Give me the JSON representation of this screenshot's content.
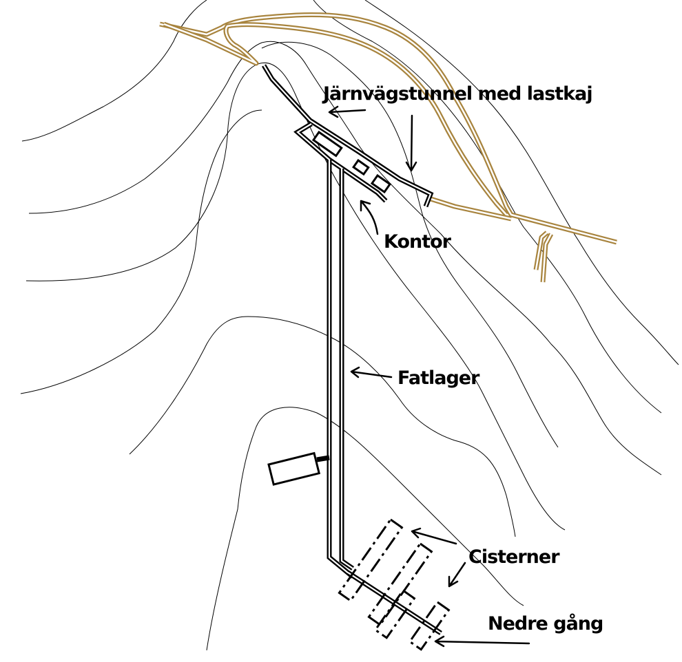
{
  "labels": {
    "railway_tunnel": "Järnvägstunnel med lastkaj",
    "office": "Kontor",
    "barrel_store": "Fatlager",
    "cisterns": "Cisterner",
    "lower_passage": "Nedre gång"
  },
  "colors": {
    "railway": "#a8843e",
    "contour": "#000000",
    "tunnel": "#000000",
    "background": "#ffffff"
  }
}
